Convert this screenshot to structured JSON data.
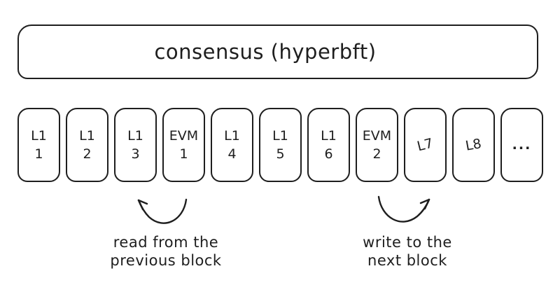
{
  "diagram": {
    "title": "consensus (hyperbft)",
    "blocks": [
      {
        "line1": "L1",
        "line2": "1"
      },
      {
        "line1": "L1",
        "line2": "2"
      },
      {
        "line1": "L1",
        "line2": "3"
      },
      {
        "line1": "EVM",
        "line2": "1"
      },
      {
        "line1": "L1",
        "line2": "4"
      },
      {
        "line1": "L1",
        "line2": "5"
      },
      {
        "line1": "L1",
        "line2": "6"
      },
      {
        "line1": "EVM",
        "line2": "2"
      },
      {
        "line1": "L7",
        "line2": ""
      },
      {
        "line1": "L8",
        "line2": ""
      },
      {
        "line1": "...",
        "line2": ""
      }
    ],
    "annotations": {
      "read": {
        "line1": "read from the",
        "line2": "previous block"
      },
      "write": {
        "line1": "write to the",
        "line2": "next block"
      }
    },
    "colors": {
      "stroke": "#1e1e1e",
      "background": "#ffffff"
    }
  }
}
